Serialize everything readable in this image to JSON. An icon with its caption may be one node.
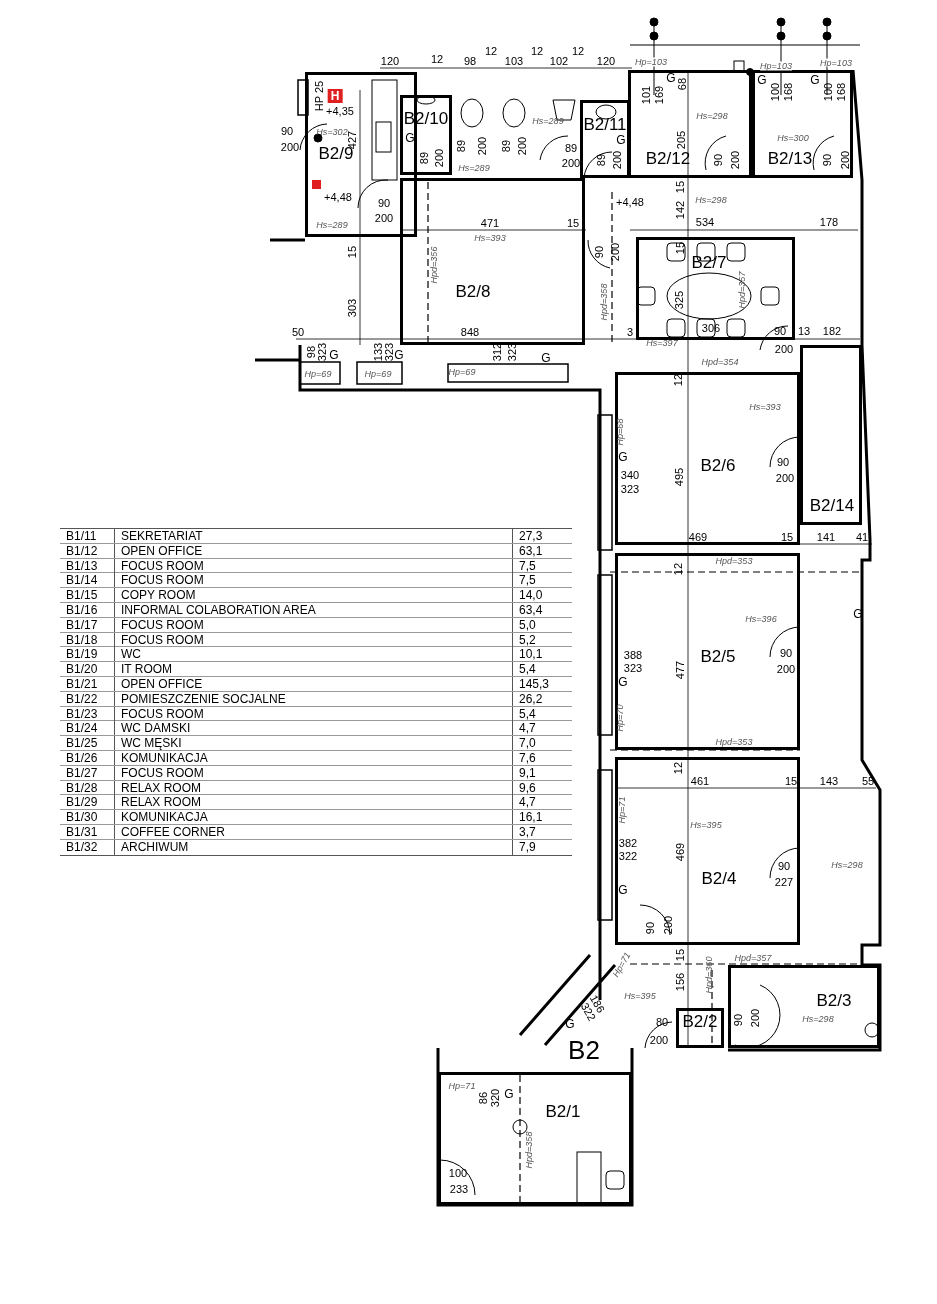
{
  "diagram": {
    "nodes": [
      {
        "text": [
          "B2/9"
        ]
      },
      {
        "text": [
          "B2/10"
        ]
      },
      {
        "text": [
          "B2/11"
        ]
      },
      {
        "text": [
          "B2/12"
        ]
      },
      {
        "text": [
          "B2/13"
        ]
      },
      {
        "text": [
          "B2/8"
        ]
      },
      {
        "text": [
          "B2/7"
        ]
      },
      {
        "text": [
          "B2/6"
        ]
      },
      {
        "text": [
          "B2/14"
        ]
      },
      {
        "text": [
          "B2/5"
        ]
      },
      {
        "text": [
          "B2/4"
        ]
      },
      {
        "text": [
          "B2/2"
        ]
      },
      {
        "text": [
          "B2/3"
        ]
      },
      {
        "text": [
          "B2/1"
        ]
      }
    ],
    "labels": [
      "120",
      "12",
      "98",
      "12",
      "103",
      "12",
      "102",
      "12",
      "120",
      "HP 25",
      "H",
      "+4,35",
      "Hs=302",
      "90",
      "200",
      "427",
      "+4,48",
      "Hs=289",
      "90",
      "200",
      "G",
      "89",
      "200",
      "Hs=289",
      "89",
      "200",
      "89",
      "200",
      "Hs=289",
      "89",
      "200",
      "G",
      "89",
      "200",
      "471",
      "15",
      "Hs=393",
      "15",
      "Hpd=356",
      "303",
      "90",
      "200",
      "Hpd=358",
      "50",
      "848",
      "3",
      "98",
      "323",
      "G",
      "133",
      "323",
      "G",
      "312",
      "323",
      "G",
      "Hp=69",
      "Hp=69",
      "Hp=69",
      "Hp=103",
      "G",
      "101",
      "169",
      "68",
      "Hp=103",
      "G",
      "100",
      "168",
      "Hp=103",
      "G",
      "100",
      "168",
      "205",
      "Hs=298",
      "Hs=300",
      "90",
      "200",
      "90",
      "200",
      "15",
      "Hs=298",
      "+4,48",
      "142",
      "534",
      "178",
      "15",
      "325",
      "Hpd=357",
      "306",
      "90",
      "13",
      "182",
      "200",
      "Hs=397",
      "Hpd=354",
      "12",
      "Hs=393",
      "Hp=68",
      "G",
      "340",
      "323",
      "495",
      "90",
      "200",
      "469",
      "15",
      "141",
      "41",
      "Hpd=353",
      "12",
      "G",
      "Hs=396",
      "388",
      "323",
      "G",
      "477",
      "90",
      "200",
      "Hp=70",
      "Hpd=353",
      "12",
      "461",
      "15",
      "143",
      "55",
      "Hp=71",
      "Hs=395",
      "382",
      "322",
      "469",
      "Hs=298",
      "90",
      "227",
      "G",
      "90",
      "200",
      "15",
      "Hpd=357",
      "Hp=71",
      "156",
      "Hpd=360",
      "Hs=395",
      "186",
      "322",
      "G",
      "80",
      "200",
      "90",
      "200",
      "Hs=298",
      "B2",
      "Hp=71",
      "86",
      "320",
      "G",
      "Hpd=358",
      "100",
      "233",
      "B1/11",
      "SEKRETARIAT",
      "27,3",
      "B1/12",
      "OPEN OFFICE",
      "63,1",
      "B1/13",
      "FOCUS ROOM",
      "7,5",
      "B1/14",
      "FOCUS ROOM",
      "7,5",
      "B1/15",
      "COPY ROOM",
      "14,0",
      "B1/16",
      "INFORMAL COLABORATION AREA",
      "63,4",
      "B1/17",
      "FOCUS ROOM",
      "5,0",
      "B1/18",
      "FOCUS ROOM",
      "5,2",
      "B1/19",
      "WC",
      "10,1",
      "B1/20",
      "IT ROOM",
      "5,4",
      "B1/21",
      "OPEN OFFICE",
      "145,3",
      "B1/22",
      "POMIESZCZENIE SOCJALNE",
      "26,2",
      "B1/23",
      "FOCUS ROOM",
      "5,4",
      "B1/24",
      "WC DAMSKI",
      "4,7",
      "B1/25",
      "WC MĘSKI",
      "7,0",
      "B1/26",
      "KOMUNIKACJA",
      "7,6",
      "B1/27",
      "FOCUS ROOM",
      "9,1",
      "B1/28",
      "RELAX ROOM",
      "9,6",
      "B1/29",
      "RELAX ROOM",
      "4,7",
      "B1/30",
      "KOMUNIKACJA",
      "16,1",
      "B1/31",
      "COFFEE CORNER",
      "3,7",
      "B1/32",
      "ARCHIWUM",
      "7,9"
    ]
  }
}
